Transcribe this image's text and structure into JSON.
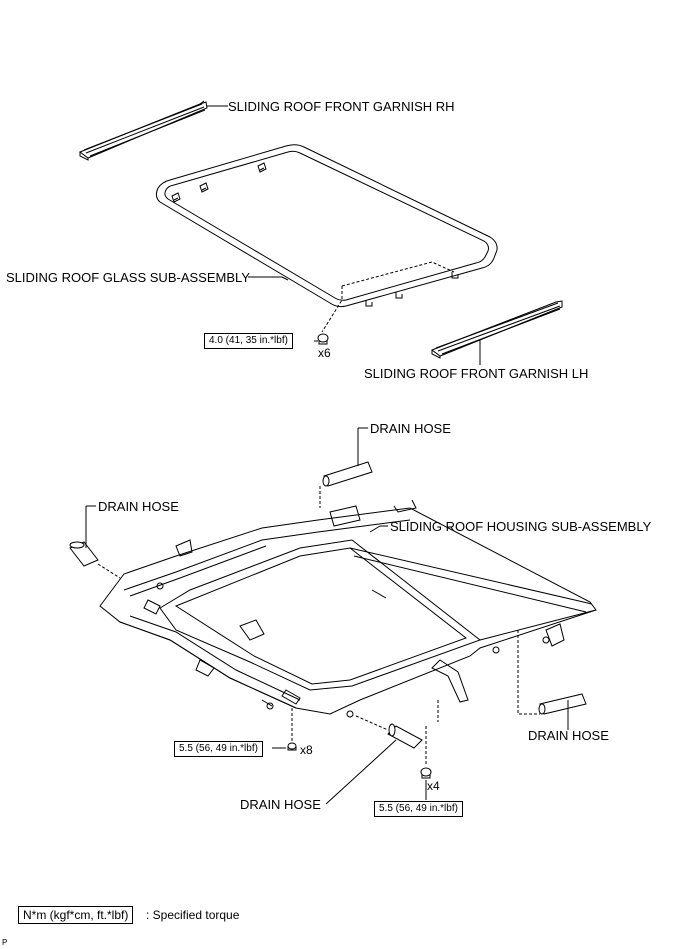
{
  "labels": {
    "garnish_rh": "SLIDING ROOF FRONT GARNISH RH",
    "glass": "SLIDING ROOF GLASS SUB-ASSEMBLY",
    "garnish_lh": "SLIDING ROOF FRONT GARNISH LH",
    "drain_hose_top": "DRAIN HOSE",
    "drain_hose_left": "DRAIN HOSE",
    "housing": "SLIDING ROOF HOUSING SUB-ASSEMBLY",
    "drain_hose_right": "DRAIN HOSE",
    "drain_hose_bottom": "DRAIN HOSE"
  },
  "torques": {
    "glass_bolts": "4.0 (41, 35 in.*lbf)",
    "housing_nuts": "5.5 (56, 49 in.*lbf)",
    "housing_bolts": "5.5 (56, 49 in.*lbf)"
  },
  "quantities": {
    "glass_bolts": "x6",
    "housing_nuts": "x8",
    "housing_bolts": "x4"
  },
  "legend": {
    "unit": "N*m (kgf*cm, ft.*lbf)",
    "description": ": Specified torque"
  },
  "corner_code": "P"
}
